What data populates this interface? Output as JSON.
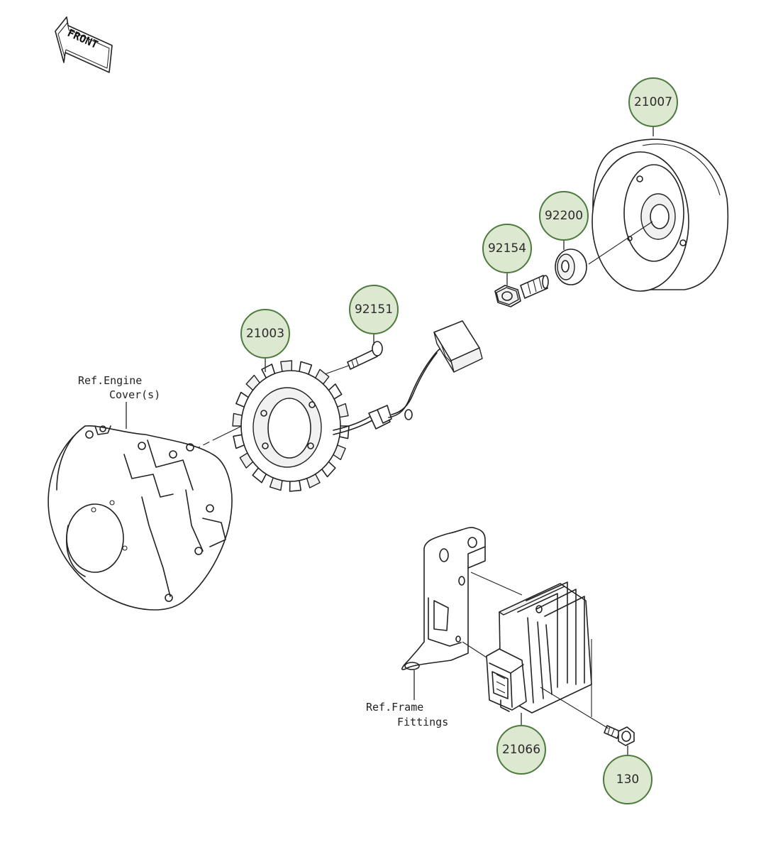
{
  "front_label": "FRONT",
  "callouts": {
    "p21007": "21007",
    "p92200": "92200",
    "p92154": "92154",
    "p92151": "92151",
    "p21003": "21003",
    "p21066": "21066",
    "p130": "130"
  },
  "refs": {
    "engine_cover_line1": "Ref.Engine",
    "engine_cover_line2": "Cover(s)",
    "frame_fittings_line1": "Ref.Frame",
    "frame_fittings_line2": "Fittings"
  },
  "colors": {
    "callout_fill": "#dde8d1",
    "callout_stroke": "#4d7a3d",
    "line": "#222222"
  }
}
